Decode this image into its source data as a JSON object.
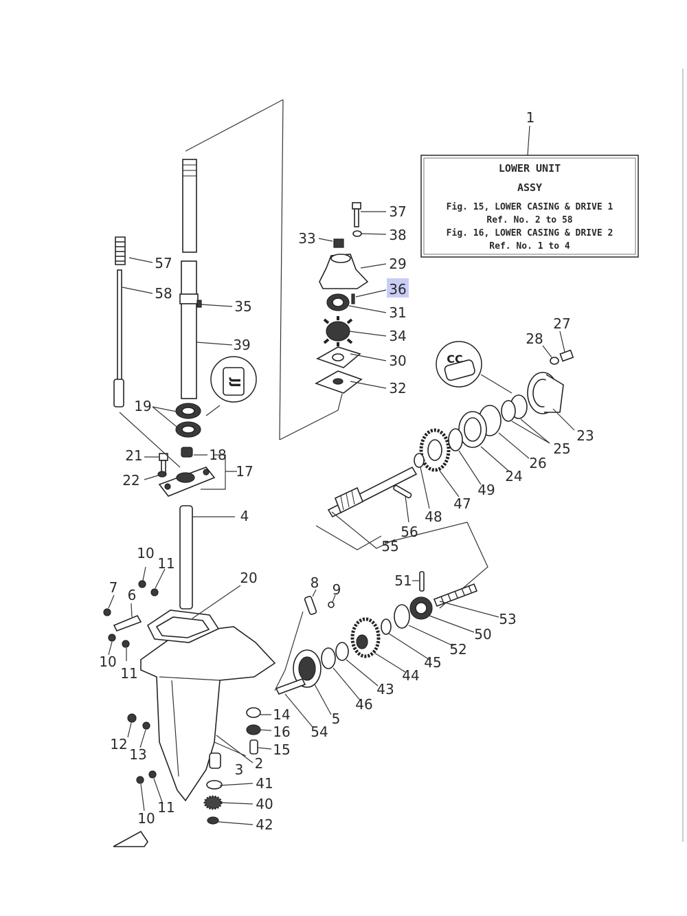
{
  "info_box": {
    "title_line1": "LOWER UNIT",
    "title_line2": "ASSY",
    "line3": "Fig. 15, LOWER CASING & DRIVE 1",
    "line4": "Ref. No. 2 to 58",
    "line5": "Fig. 16, LOWER CASING & DRIVE 2",
    "line6": "Ref. No. 1 to 4"
  },
  "inset_labels": {
    "jj": "JJ",
    "cc": "CC"
  },
  "callouts": {
    "n1": "1",
    "n2": "2",
    "n3": "3",
    "n4": "4",
    "n5": "5",
    "n6": "6",
    "n7": "7",
    "n8": "8",
    "n9": "9",
    "n10a": "10",
    "n10b": "10",
    "n10c": "10",
    "n11a": "11",
    "n11b": "11",
    "n11c": "11",
    "n12": "12",
    "n13": "13",
    "n14": "14",
    "n15": "15",
    "n16": "16",
    "n17": "17",
    "n18": "18",
    "n19": "19",
    "n20": "20",
    "n21": "21",
    "n22": "22",
    "n23": "23",
    "n24": "24",
    "n25": "25",
    "n26": "26",
    "n27": "27",
    "n28": "28",
    "n29": "29",
    "n30": "30",
    "n31": "31",
    "n32": "32",
    "n33": "33",
    "n34": "34",
    "n35": "35",
    "n36": "36",
    "n37": "37",
    "n38": "38",
    "n39": "39",
    "n40": "40",
    "n41": "41",
    "n42": "42",
    "n43": "43",
    "n44": "44",
    "n45": "45",
    "n46": "46",
    "n47": "47",
    "n48": "48",
    "n49": "49",
    "n50": "50",
    "n51": "51",
    "n52": "52",
    "n53": "53",
    "n54": "54",
    "n55": "55",
    "n56": "56",
    "n57": "57",
    "n58": "58"
  },
  "highlight_color": "#c9cdf5"
}
